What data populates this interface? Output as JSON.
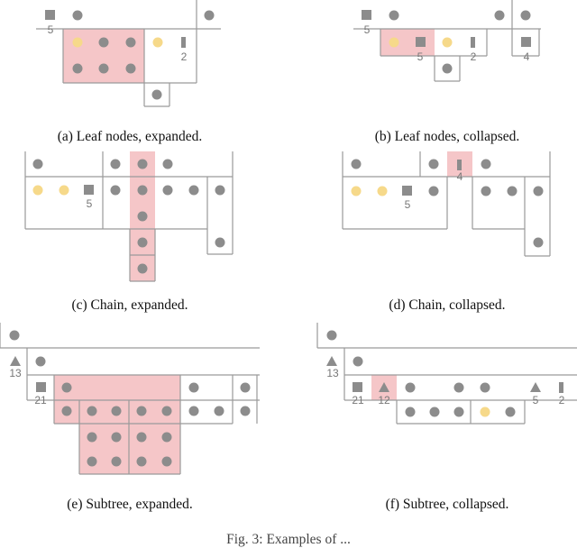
{
  "figure": {
    "colors": {
      "line": "#9a9a9a",
      "node": "#8c8c8c",
      "highlight_node": "#f6d98a",
      "selection_fill": "#f5c6c8",
      "selection_stroke": "#e8a9ad",
      "label": "#777777",
      "caption": "#111111"
    },
    "panels": [
      {
        "id": "a",
        "caption": "(a) Leaf nodes, expanded.",
        "labels": [
          "5",
          "2"
        ]
      },
      {
        "id": "b",
        "caption": "(b) Leaf nodes, collapsed.",
        "labels": [
          "5",
          "5",
          "2",
          "4"
        ]
      },
      {
        "id": "c",
        "caption": "(c) Chain, expanded.",
        "labels": [
          "5"
        ]
      },
      {
        "id": "d",
        "caption": "(d) Chain, collapsed.",
        "labels": [
          "4",
          "5"
        ]
      },
      {
        "id": "e",
        "caption": "(e) Subtree, expanded.",
        "labels": [
          "13",
          "21"
        ]
      },
      {
        "id": "f",
        "caption": "(f) Subtree, collapsed.",
        "labels": [
          "13",
          "21",
          "12",
          "5",
          "2"
        ]
      }
    ],
    "bottom_caption": "Fig. 3: Examples of ...",
    "icons": [
      "circle-node",
      "square-node",
      "triangle-node",
      "bar-node"
    ]
  }
}
